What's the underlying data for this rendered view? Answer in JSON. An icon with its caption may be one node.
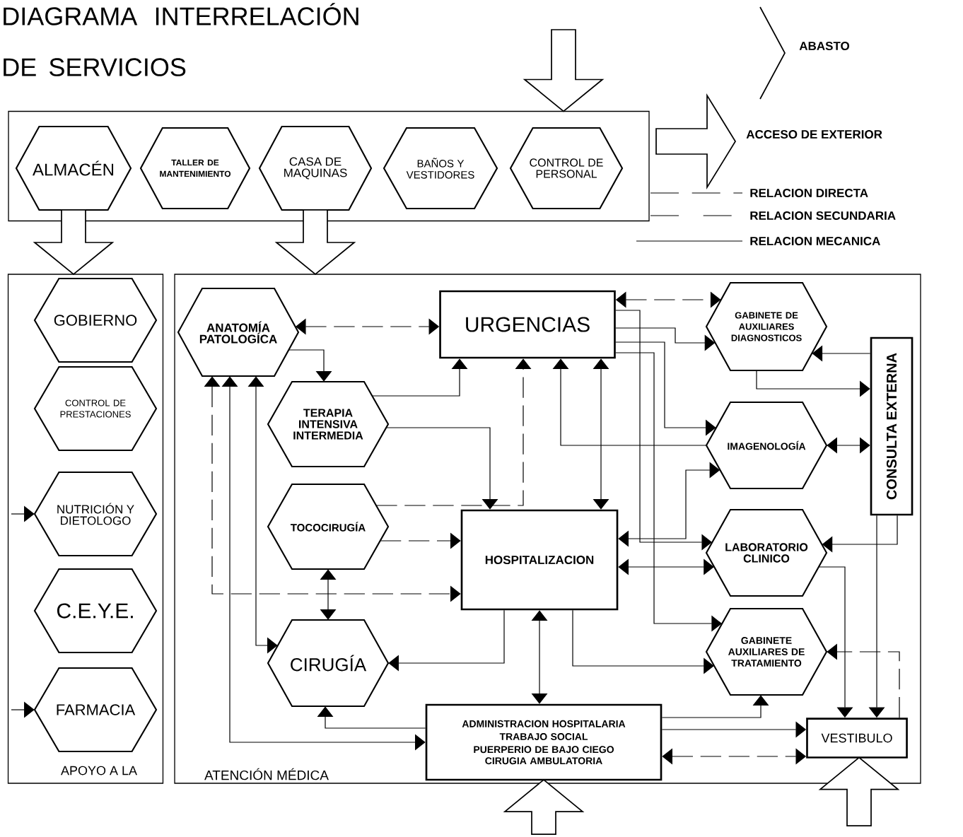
{
  "diagram": {
    "title": "DIAGRAMA INTERRELACIÓN DE SERVICIOS",
    "nodes": [
      {
        "text": [],
        "shape": "box"
      },
      {
        "text": [
          "ALMACÉN"
        ],
        "in": 0
      },
      {
        "text": [
          "TALLER DE MANTENIMIENTO"
        ],
        "in": 0
      },
      {
        "text": [
          "CASA DE MAQUINAS"
        ],
        "in": 0
      },
      {
        "text": [
          "BAÑOS Y VESTIDORES"
        ],
        "in": 0
      },
      {
        "text": [
          "CONTROL DE PERSONAL"
        ],
        "in": 0
      },
      {
        "text": [
          "APOYO A LA"
        ]
      },
      {
        "text": [
          "GOBIERNO"
        ],
        "in": 6
      },
      {
        "text": [
          "CONTROL DE PRESTACIONES"
        ],
        "in": 6
      },
      {
        "text": [
          "NUTRICIÓN Y DIETOLOGO"
        ],
        "in": 6
      },
      {
        "text": [
          "C.E.Y.E."
        ],
        "in": 6
      },
      {
        "text": [
          "FARMACIA"
        ],
        "in": 6
      },
      {
        "text": [
          "ATENCIÓN MÉDICA"
        ]
      },
      {
        "text": [
          "ANATOMÍA PATOLOGÍCA"
        ],
        "in": 12
      },
      {
        "text": [
          "URGENCIAS"
        ],
        "in": 12
      },
      {
        "text": [
          "GABINETE DE AUXILIARES DIAGNOSTICOS"
        ],
        "in": 12
      },
      {
        "text": [
          "TERAPIA INTENSIVA INTERMEDIA"
        ],
        "in": 12
      },
      {
        "text": [
          "TOCOCIRUGÍA"
        ],
        "in": 12
      },
      {
        "text": [
          "HOSPITALIZACION"
        ],
        "in": 12
      },
      {
        "text": [
          "IMAGENOLOGÍA"
        ],
        "in": 12
      },
      {
        "text": [
          "CONSULTA EXTERNA"
        ],
        "in": 12
      },
      {
        "text": [
          "LABORATORIO CLINICO"
        ],
        "in": 12
      },
      {
        "text": [
          "CIRUGÍA"
        ],
        "in": 12
      },
      {
        "text": [
          "GABINETE AUXILIARES DE TRATAMIENTO"
        ],
        "in": 12
      },
      {
        "text": [
          "ADMINISTRACION HOSPITALARIA",
          "TRABAJO SOCIAL",
          "PUERPERIO DE BAJO CIEGO",
          "CIRUGIA AMBULATORIA"
        ],
        "in": 12
      },
      {
        "text": [
          "VESTIBULO"
        ],
        "in": 12
      }
    ],
    "edges": [
      {
        "from": null,
        "to": 0,
        "arrow": "to",
        "style": "thick"
      },
      {
        "from": 1,
        "to": 6,
        "arrow": "to",
        "style": "thick"
      },
      {
        "from": 3,
        "to": 12,
        "arrow": "to",
        "style": "thick"
      },
      {
        "from": null,
        "to": 24,
        "arrow": "to",
        "style": "thick"
      },
      {
        "from": null,
        "to": 25,
        "arrow": "to",
        "style": "thick"
      },
      {
        "from": null,
        "to": 9,
        "arrow": "to"
      },
      {
        "from": null,
        "to": 11,
        "arrow": "to"
      },
      {
        "from": 13,
        "to": 14,
        "arrow": "both",
        "style": "dashed"
      },
      {
        "from": 13,
        "to": 16,
        "arrow": "to"
      },
      {
        "from": 13,
        "to": 18,
        "arrow": "both",
        "style": "dashed"
      },
      {
        "from": 13,
        "to": 24,
        "arrow": "both"
      },
      {
        "from": 13,
        "to": 22,
        "arrow": "both"
      },
      {
        "from": 16,
        "to": 14,
        "arrow": "to"
      },
      {
        "from": 16,
        "to": 18,
        "arrow": "to"
      },
      {
        "from": 17,
        "to": 14,
        "arrow": "to",
        "style": "dashed"
      },
      {
        "from": 17,
        "to": 18,
        "arrow": "to",
        "style": "dashed"
      },
      {
        "from": 17,
        "to": 22,
        "arrow": "both"
      },
      {
        "from": 14,
        "to": 18,
        "arrow": "both"
      },
      {
        "from": 19,
        "to": 14,
        "arrow": "to"
      },
      {
        "from": 14,
        "to": 15,
        "arrow": "both",
        "style": "dashed"
      },
      {
        "from": 14,
        "to": 15,
        "arrow": "to"
      },
      {
        "from": 14,
        "to": 19,
        "arrow": "to"
      },
      {
        "from": 14,
        "to": 21,
        "arrow": "to"
      },
      {
        "from": 14,
        "to": 23,
        "arrow": "to"
      },
      {
        "from": 18,
        "to": 19,
        "arrow": "both"
      },
      {
        "from": 18,
        "to": 21,
        "arrow": "both"
      },
      {
        "from": 18,
        "to": 23,
        "arrow": "to"
      },
      {
        "from": 18,
        "to": 24,
        "arrow": "both"
      },
      {
        "from": 18,
        "to": 22,
        "arrow": "to"
      },
      {
        "from": 24,
        "to": 22,
        "arrow": "to"
      },
      {
        "from": 24,
        "to": 23,
        "arrow": "to"
      },
      {
        "from": 24,
        "to": 25,
        "arrow": "to"
      },
      {
        "from": 24,
        "to": 25,
        "arrow": "both",
        "style": "dashed"
      },
      {
        "from": 15,
        "to": 20,
        "arrow": "to"
      },
      {
        "from": 20,
        "to": 15,
        "arrow": "to"
      },
      {
        "from": 19,
        "to": 20,
        "arrow": "both"
      },
      {
        "from": 20,
        "to": 21,
        "arrow": "to"
      },
      {
        "from": 20,
        "to": 25,
        "arrow": "to"
      },
      {
        "from": 21,
        "to": 25,
        "arrow": "to"
      },
      {
        "from": 25,
        "to": 23,
        "arrow": "to",
        "style": "dashed"
      }
    ],
    "legend": [
      {
        "text": "ABASTO"
      },
      {
        "text": "ACCESO DE EXTERIOR"
      },
      {
        "text": "RELACION DIRECTA"
      },
      {
        "text": "RELACION SECUNDARIA"
      },
      {
        "text": "RELACION MECANICA"
      }
    ]
  }
}
